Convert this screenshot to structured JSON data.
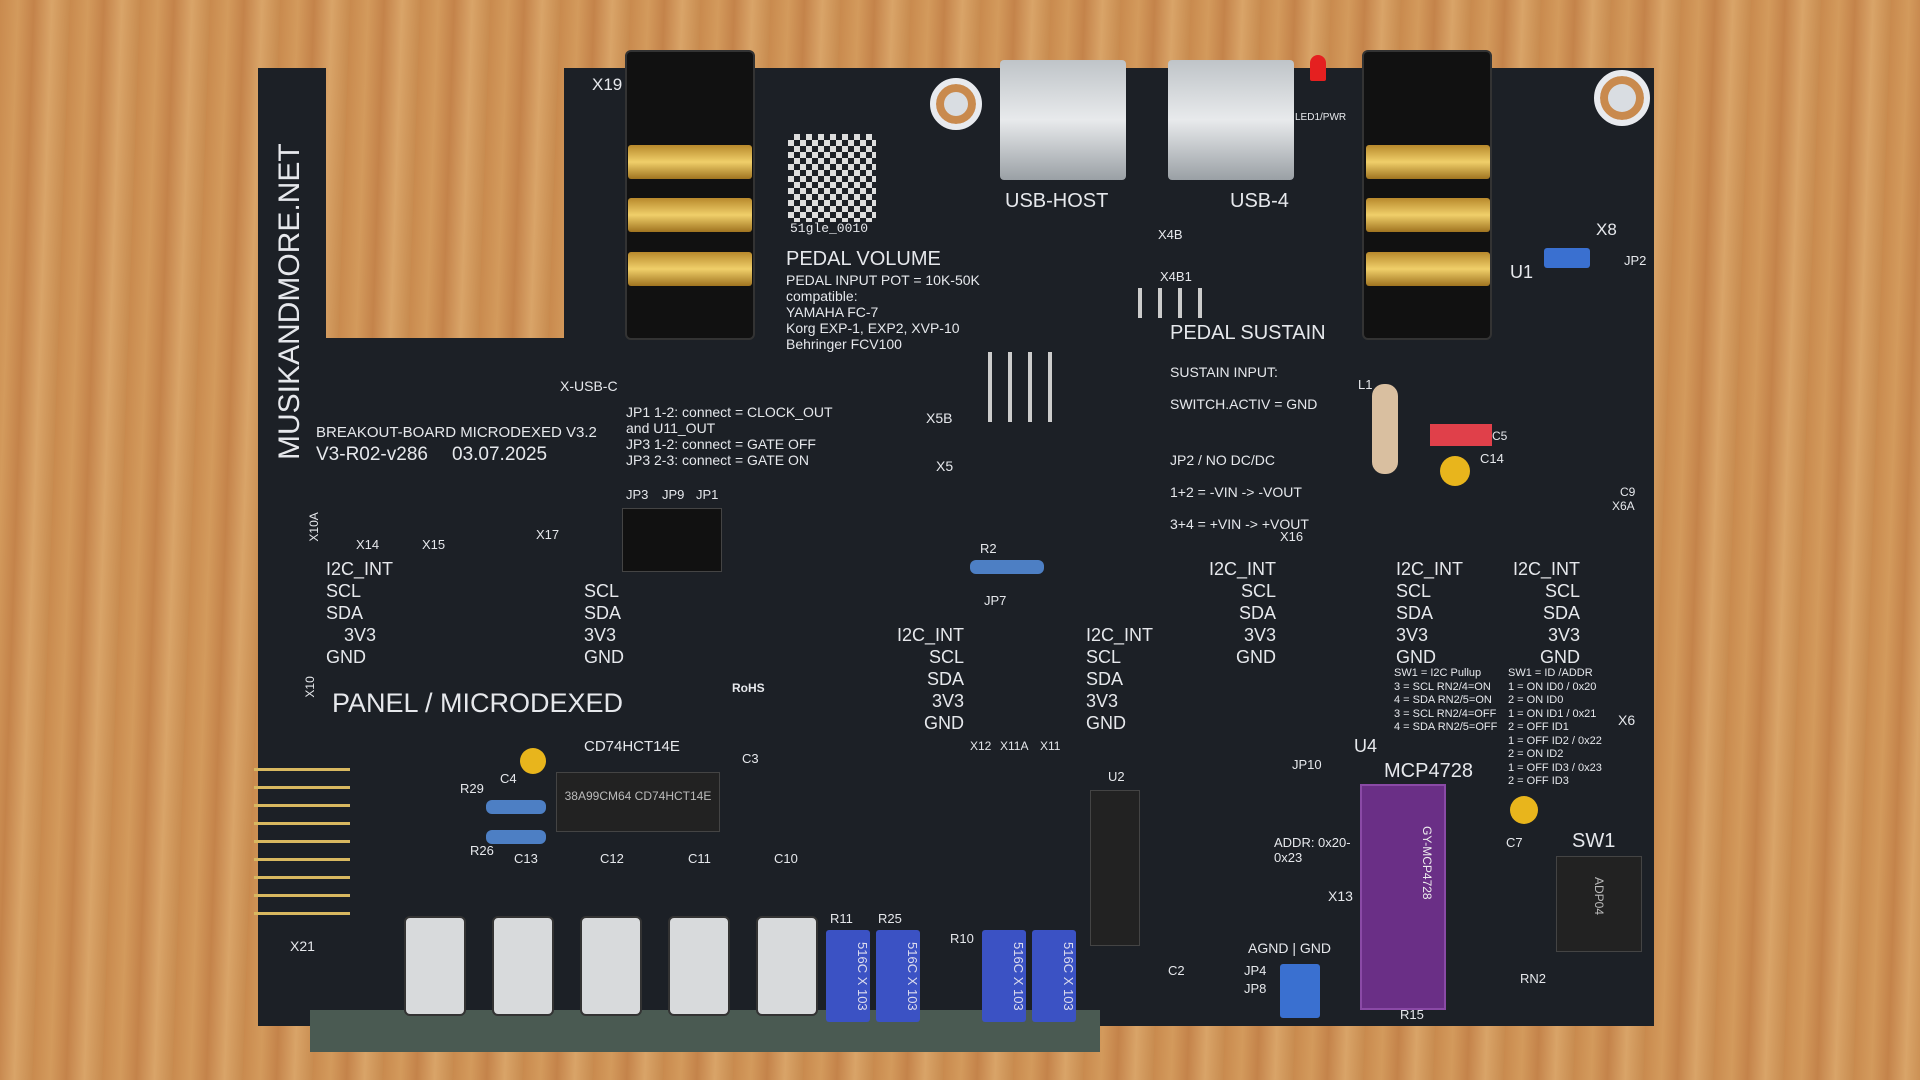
{
  "brand": "MUSIKANDMORE.NET",
  "board": {
    "title": "BREAKOUT-BOARD MICRODEXED V3.2",
    "version": "V3-R02-v286",
    "date": "03.07.2025",
    "panel": "PANEL / MICRODEXED"
  },
  "qr_code_text": "51gle_0010",
  "connectors": {
    "usb_host": "USB-HOST",
    "usb_4": "USB-4",
    "x_usb_c": "X-USB-C",
    "x19": "X19",
    "led_pwr": "LED1/PWR",
    "x8": "X8",
    "x4b": "X4B",
    "x4b1": "X4B1",
    "x5b": "X5B",
    "x5": "X5",
    "x14": "X14",
    "x15": "X15",
    "x17": "X17",
    "x16": "X16",
    "x10a": "X10A",
    "x10": "X10",
    "x6": "X6",
    "x6a": "X6A",
    "x12": "X12",
    "x11a": "X11A",
    "x11": "X11",
    "x13": "X13",
    "x21": "X21"
  },
  "pedal_volume": {
    "title": "PEDAL VOLUME",
    "lines": [
      "PEDAL INPUT POT = 10K-50K",
      "compatible:",
      "YAMAHA FC-7",
      "Korg EXP-1, EXP2, XVP-10",
      "Behringer FCV100"
    ]
  },
  "pedal_sustain": {
    "title": "PEDAL SUSTAIN",
    "lines": [
      "SUSTAIN INPUT:",
      "SWITCH.ACTIV = GND",
      "",
      "JP2 / NO DC/DC",
      "1+2 = -VIN -> -VOUT",
      "3+4 = +VIN -> +VOUT"
    ]
  },
  "jumper_notes": [
    "JP1 1-2: connect = CLOCK_OUT",
    "and U11_OUT",
    "JP3 1-2: connect = GATE OFF",
    "JP3 2-3: connect = GATE ON"
  ],
  "jumpers": {
    "jp3": "JP3",
    "jp9": "JP9",
    "jp1": "JP1",
    "jp7": "JP7",
    "jp10": "JP10",
    "jp4": "JP4",
    "jp8": "JP8",
    "jp2": "JP2"
  },
  "i2c_labels": [
    "I2C_INT",
    "SCL",
    "SDA",
    "3V3",
    "GND"
  ],
  "sw1_notes": {
    "left": [
      "SW1 = I2C Pullup",
      "3 = SCL RN2/4=ON",
      "4 = SDA RN2/5=ON",
      "3 = SCL RN2/4=OFF",
      "4 = SDA RN2/5=OFF"
    ],
    "right": [
      "SW1 = ID /ADDR",
      "1 = ON ID0 / 0x20",
      "2 = ON ID0",
      "1 = ON ID1 / 0x21",
      "2 = OFF ID1",
      "1 = OFF ID2 / 0x22",
      "2 = ON ID2",
      "1 = OFF ID3 / 0x23",
      "2 = OFF ID3"
    ]
  },
  "chips": {
    "u3": "CD74HCT14E",
    "u3_marking": "38A99CM64 CD74HCT14E",
    "u2": "U2",
    "u4": "U4",
    "mcp": "MCP4728",
    "mcp_module": "GY-MCP4728",
    "sw1": "SW1",
    "sw1_part": "ADP04",
    "u1": "U1"
  },
  "addr": "ADDR: 0x20-0x23",
  "agnd": "AGND | GND",
  "components": {
    "r2": "R2",
    "r11": "R11",
    "r25": "R25",
    "r10": "R10",
    "r29": "R29",
    "r26": "R26",
    "c3": "C3",
    "c4": "C4",
    "c7": "C7",
    "c9": "C9",
    "c10": "C10",
    "c11": "C11",
    "c12": "C12",
    "c13": "C13",
    "c14": "C14",
    "c2": "C2",
    "c5": "C5",
    "l1": "L1",
    "rn2": "RN2",
    "r15": "R15"
  },
  "pot_marking": "516C X 103",
  "rohs": "RoHS"
}
